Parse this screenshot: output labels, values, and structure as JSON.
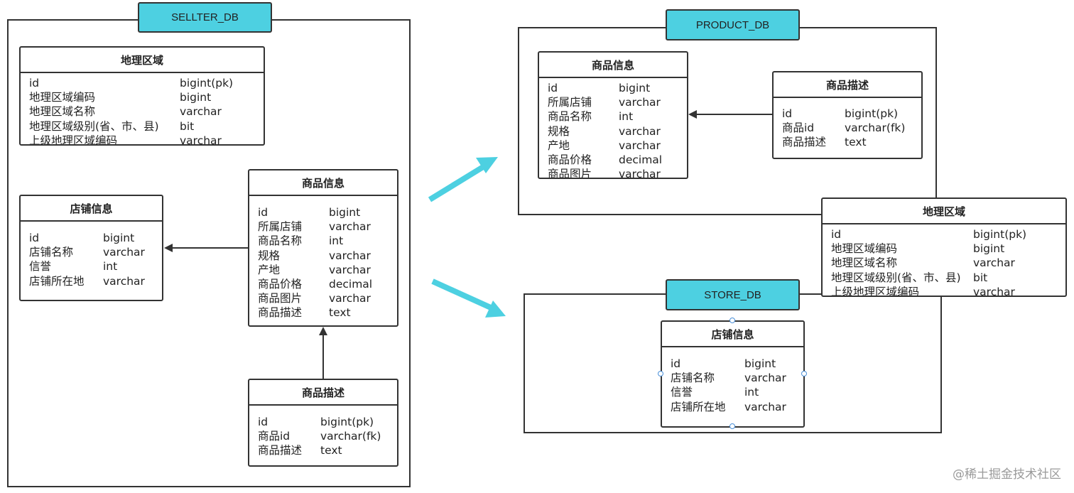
{
  "databases": {
    "seller": "SELLTER_DB",
    "product": "PRODUCT_DB",
    "store": "STORE_DB"
  },
  "tables": {
    "seller_region": {
      "title": "地理区域",
      "fields": [
        {
          "name": "id",
          "type": "bigint(pk)"
        },
        {
          "name": "地理区域编码",
          "type": "bigint"
        },
        {
          "name": "地理区域名称",
          "type": "varchar"
        },
        {
          "name": "地理区域级别(省、市、县)",
          "type": "bit"
        },
        {
          "name": "上级地理区域编码",
          "type": "varchar"
        }
      ]
    },
    "seller_store": {
      "title": "店铺信息",
      "fields": [
        {
          "name": "id",
          "type": "bigint"
        },
        {
          "name": "店铺名称",
          "type": "varchar"
        },
        {
          "name": "信誉",
          "type": "int"
        },
        {
          "name": "店铺所在地",
          "type": "varchar"
        }
      ]
    },
    "seller_product": {
      "title": "商品信息",
      "fields": [
        {
          "name": "id",
          "type": "bigint"
        },
        {
          "name": "所属店铺",
          "type": "varchar"
        },
        {
          "name": "商品名称",
          "type": "int"
        },
        {
          "name": "规格",
          "type": "varchar"
        },
        {
          "name": "产地",
          "type": "varchar"
        },
        {
          "name": "商品价格",
          "type": "decimal"
        },
        {
          "name": "商品图片",
          "type": "varchar"
        },
        {
          "name": "商品描述",
          "type": "text"
        }
      ]
    },
    "seller_desc": {
      "title": "商品描述",
      "fields": [
        {
          "name": "id",
          "type": "bigint(pk)"
        },
        {
          "name": "商品id",
          "type": "varchar(fk)"
        },
        {
          "name": "商品描述",
          "type": "text"
        }
      ]
    },
    "product_product": {
      "title": "商品信息",
      "fields": [
        {
          "name": "id",
          "type": "bigint"
        },
        {
          "name": "所属店铺",
          "type": "varchar"
        },
        {
          "name": "商品名称",
          "type": "int"
        },
        {
          "name": "规格",
          "type": "varchar"
        },
        {
          "name": "产地",
          "type": "varchar"
        },
        {
          "name": "商品价格",
          "type": "decimal"
        },
        {
          "name": "商品图片",
          "type": "varchar"
        }
      ]
    },
    "product_desc": {
      "title": "商品描述",
      "fields": [
        {
          "name": "id",
          "type": "bigint(pk)"
        },
        {
          "name": "商品id",
          "type": "varchar(fk)"
        },
        {
          "name": "商品描述",
          "type": "text"
        }
      ]
    },
    "shared_region": {
      "title": "地理区域",
      "fields": [
        {
          "name": "id",
          "type": "bigint(pk)"
        },
        {
          "name": "地理区域编码",
          "type": "bigint"
        },
        {
          "name": "地理区域名称",
          "type": "varchar"
        },
        {
          "name": "地理区域级别(省、市、县)",
          "type": "bit"
        },
        {
          "name": "上级地理区域编码",
          "type": "varchar"
        }
      ]
    },
    "store_store": {
      "title": "店铺信息",
      "fields": [
        {
          "name": "id",
          "type": "bigint"
        },
        {
          "name": "店铺名称",
          "type": "varchar"
        },
        {
          "name": "信誉",
          "type": "int"
        },
        {
          "name": "店铺所在地",
          "type": "varchar"
        }
      ]
    }
  },
  "watermark": "@稀土掘金技术社区",
  "colors": {
    "db_label_fill": "#4dd0e1",
    "arrow_cyan": "#4dd0e1",
    "line": "#333333",
    "selection_handle": "#4a90d9"
  }
}
